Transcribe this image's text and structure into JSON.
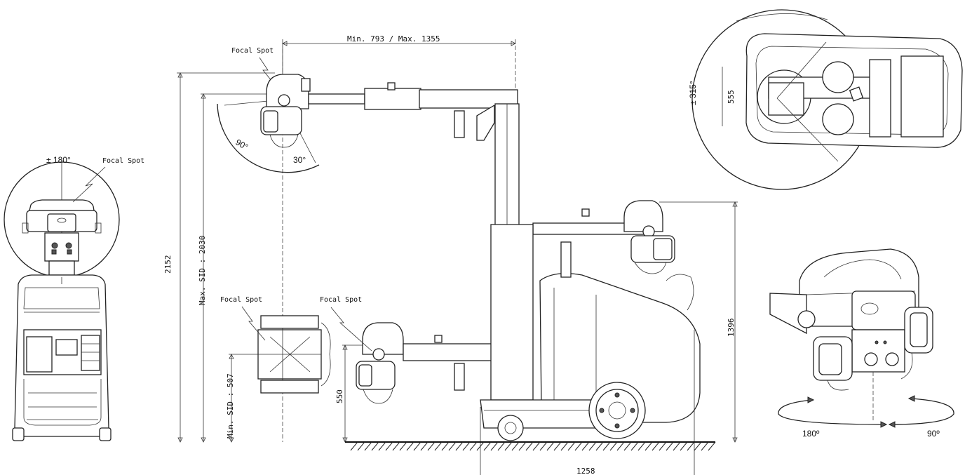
{
  "labels": {
    "focal_spot_left": "Focal Spot",
    "focal_spot_top": "Focal Spot",
    "focal_spot_low1": "Focal Spot",
    "focal_spot_low2": "Focal Spot"
  },
  "dimensions": {
    "arm_reach": "Min. 793 / Max. 1355",
    "total_height": "2152",
    "max_sid": "Max. SID : 2030",
    "min_sid": "Min. SID : 507",
    "low_height": "550",
    "column_height": "1396",
    "base_length": "1258",
    "top_width": "555"
  },
  "angles": {
    "left_rotation": "± 180°",
    "tube_tilt_90": "90°",
    "tube_tilt_30": "30°",
    "top_rotation": "± 315°",
    "rot_180": "180º",
    "rot_90": "90º"
  }
}
